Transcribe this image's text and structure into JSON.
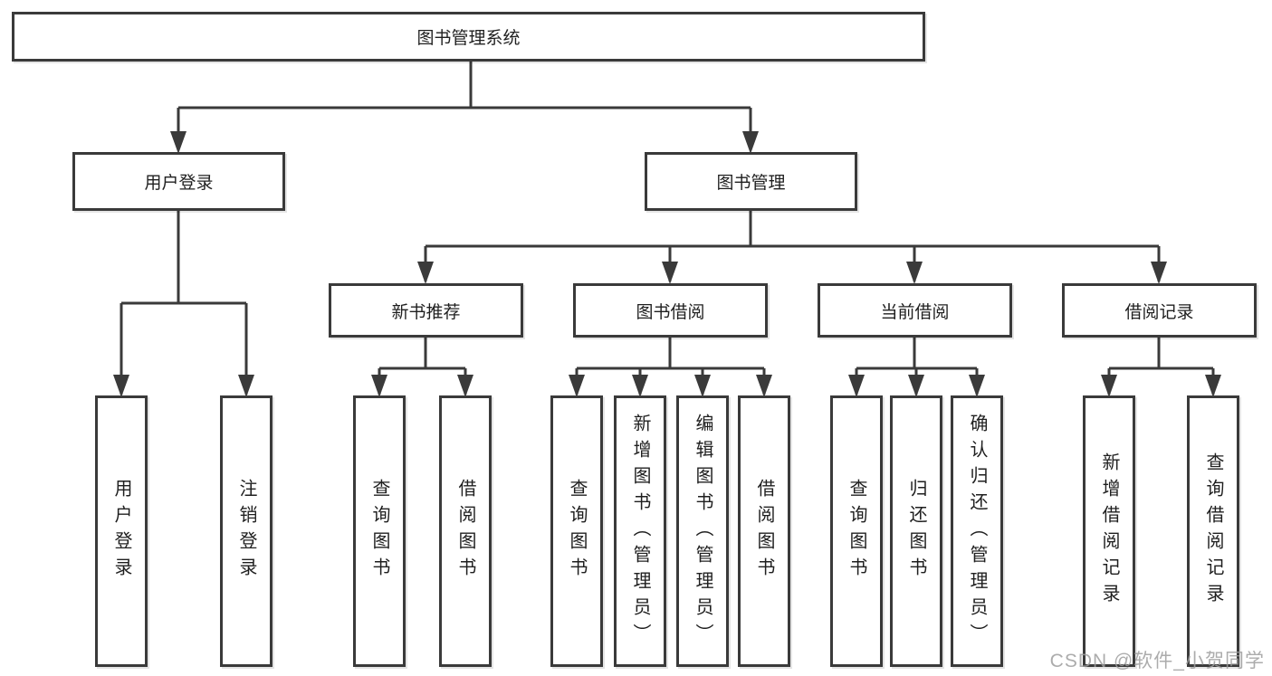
{
  "tree": {
    "root": "图书管理系统",
    "branches": [
      {
        "label": "用户登录",
        "children": [
          {
            "label": "用户登录"
          },
          {
            "label": "注销登录"
          }
        ]
      },
      {
        "label": "图书管理",
        "children": [
          {
            "label": "新书推荐",
            "children": [
              {
                "label": "查询图书"
              },
              {
                "label": "借阅图书"
              }
            ]
          },
          {
            "label": "图书借阅",
            "children": [
              {
                "label": "查询图书"
              },
              {
                "label": "新增图书（管理员）"
              },
              {
                "label": "编辑图书（管理员）"
              },
              {
                "label": "借阅图书"
              }
            ]
          },
          {
            "label": "当前借阅",
            "children": [
              {
                "label": "查询图书"
              },
              {
                "label": "归还图书"
              },
              {
                "label": "确认归还（管理员）"
              }
            ]
          },
          {
            "label": "借阅记录",
            "children": [
              {
                "label": "新增借阅记录"
              },
              {
                "label": "查询借阅记录"
              }
            ]
          }
        ]
      }
    ]
  },
  "watermark": "CSDN @软件_小贺同学",
  "colors": {
    "line": "#3a3a3a",
    "text": "#1f1f1f",
    "watermark": "#9e9e9e",
    "background": "#ffffff"
  }
}
